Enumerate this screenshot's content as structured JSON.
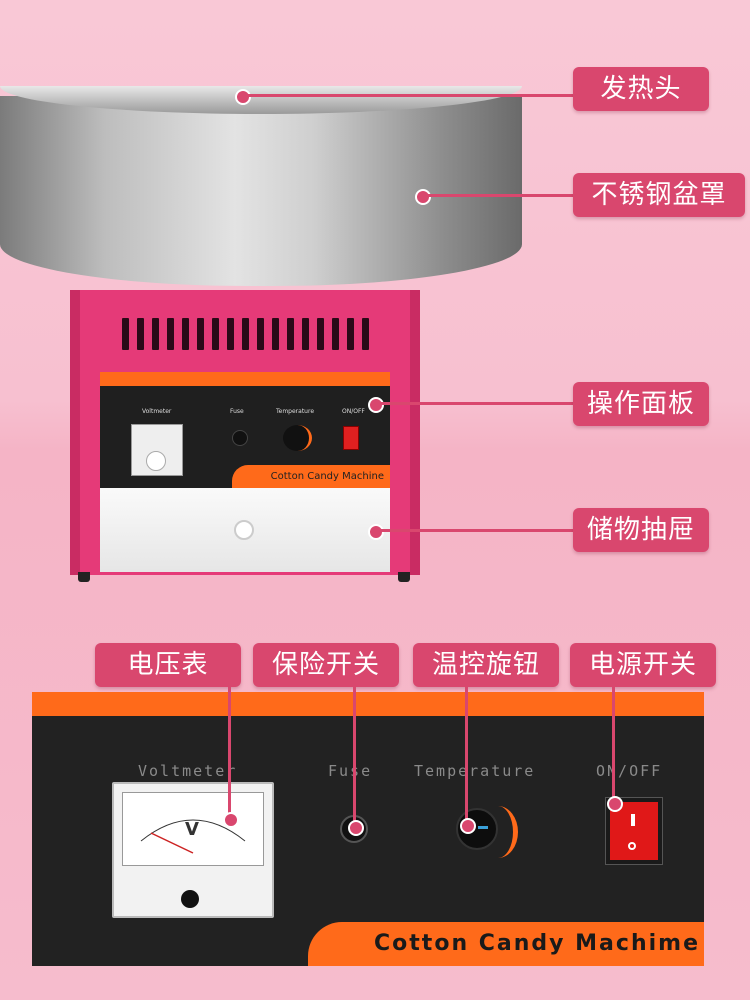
{
  "labels": {
    "heating_head": "发热头",
    "steel_bowl": "不锈钢盆罩",
    "control_panel": "操作面板",
    "storage_drawer": "储物抽屉",
    "voltmeter": "电压表",
    "fuse_switch": "保险开关",
    "temp_knob": "温控旋钮",
    "power_switch": "电源开关"
  },
  "machine_panel": {
    "voltmeter": "Voltmeter",
    "fuse": "Fuse",
    "temperature": "Temperature",
    "onoff": "ON/OFF",
    "brand": "Cotton Candy Machine"
  },
  "closeup_panel": {
    "voltmeter": "Voltmeter",
    "fuse": "Fuse",
    "temperature": "Temperature",
    "onoff": "ON/OFF",
    "meter_unit": "V",
    "brand": "Cotton Candy Machime"
  },
  "colors": {
    "label_bg": "#d9476e",
    "machine_pink": "#e53a78",
    "panel_orange": "#ff6a1a",
    "panel_black": "#222222"
  }
}
